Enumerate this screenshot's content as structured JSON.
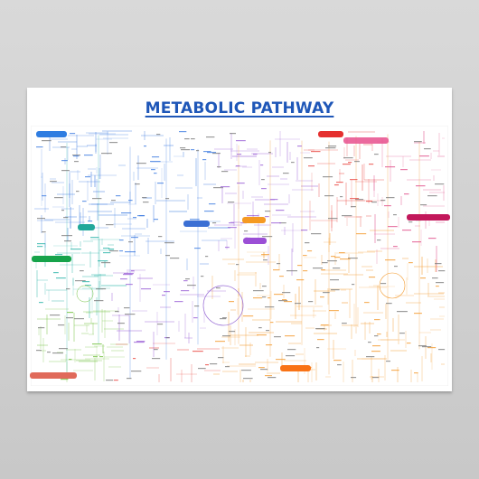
{
  "poster": {
    "title": "METABOLIC PATHWAY"
  },
  "colors": {
    "background": "#d4d4d4",
    "paper": "#ffffff",
    "title": "#1f57b8",
    "pathway_palette": [
      "#3d7be0",
      "#2bb3a8",
      "#6fbf3a",
      "#9a5fd6",
      "#e8443f",
      "#f39a2e",
      "#e04f8a",
      "#c9a227",
      "#7f8c9a"
    ]
  },
  "labels": {
    "highlight_boxes": [
      {
        "color": "#2f7de1",
        "name": "blue-label-box"
      },
      {
        "color": "#21a89a",
        "name": "teal-label-box"
      },
      {
        "color": "#16a34a",
        "name": "green-label-box"
      },
      {
        "color": "#3b6fd4",
        "name": "navy-label-box"
      },
      {
        "color": "#f59a23",
        "name": "orange-label-box"
      },
      {
        "color": "#9b4fd6",
        "name": "purple-label-box"
      },
      {
        "color": "#e5302f",
        "name": "red-label-box"
      },
      {
        "color": "#e7508d",
        "name": "pink-label-box"
      },
      {
        "color": "#c2185b",
        "name": "magenta-label-box"
      },
      {
        "color": "#f97316",
        "name": "orange2-label-box"
      },
      {
        "color": "#e06a5a",
        "name": "salmon-label-box"
      }
    ]
  }
}
